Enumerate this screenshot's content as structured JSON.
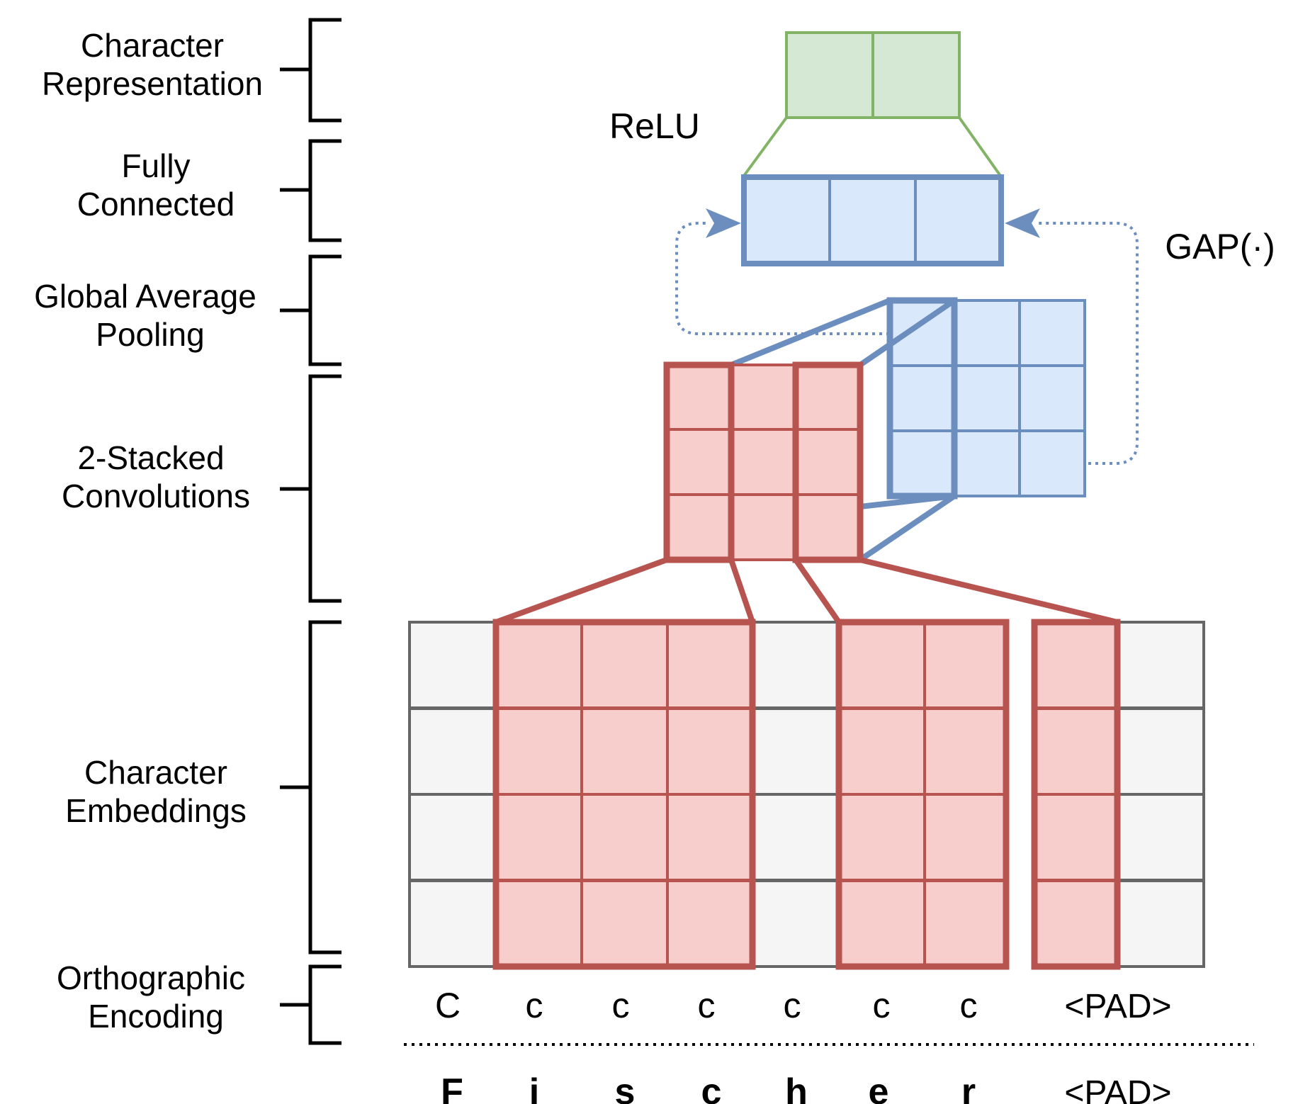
{
  "layers": [
    {
      "id": "char-rep",
      "lines": [
        "Character",
        "Representation"
      ]
    },
    {
      "id": "fully-connected",
      "lines": [
        "Fully",
        "Connected"
      ]
    },
    {
      "id": "gap",
      "lines": [
        "Global Average",
        "Pooling"
      ]
    },
    {
      "id": "conv",
      "lines": [
        "2-Stacked",
        "Convolutions"
      ]
    },
    {
      "id": "embeddings",
      "lines": [
        "Character",
        "Embeddings"
      ]
    },
    {
      "id": "ortho",
      "lines": [
        "Orthographic",
        "Encoding"
      ]
    }
  ],
  "operators": {
    "relu": "ReLU",
    "gap": "GAP(·)"
  },
  "orthographic_encoding": [
    "C",
    "c",
    "c",
    "c",
    "c",
    "c",
    "c",
    "<PAD>"
  ],
  "word": [
    "F",
    "i",
    "s",
    "c",
    "h",
    "e",
    "r",
    "<PAD>"
  ],
  "colors": {
    "green_fill": "#d5e8d4",
    "green_stroke": "#82b366",
    "blue_fill": "#dae8fc",
    "blue_stroke": "#6c8ebf",
    "red_fill": "#f8cecc",
    "red_stroke": "#b85450",
    "gray_fill": "#f5f5f5",
    "gray_stroke": "#666666"
  }
}
